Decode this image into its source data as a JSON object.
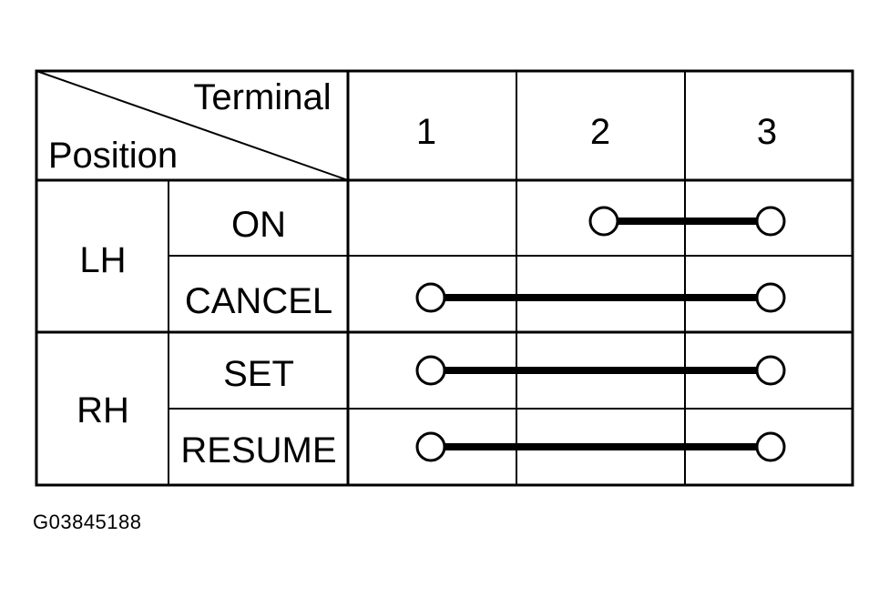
{
  "header": {
    "terminal_label": "Terminal",
    "position_label": "Position",
    "terminals": [
      "1",
      "2",
      "3"
    ]
  },
  "groups": [
    {
      "label": "LH",
      "rows": [
        {
          "position": "ON",
          "connected_terminals": [
            "2",
            "3"
          ]
        },
        {
          "position": "CANCEL",
          "connected_terminals": [
            "1",
            "3"
          ]
        }
      ]
    },
    {
      "label": "RH",
      "rows": [
        {
          "position": "SET",
          "connected_terminals": [
            "1",
            "3"
          ]
        },
        {
          "position": "RESUME",
          "connected_terminals": [
            "1",
            "3"
          ]
        }
      ]
    }
  ],
  "figure_id": "G03845188",
  "colors": {
    "line": "#000000",
    "background": "#ffffff"
  }
}
